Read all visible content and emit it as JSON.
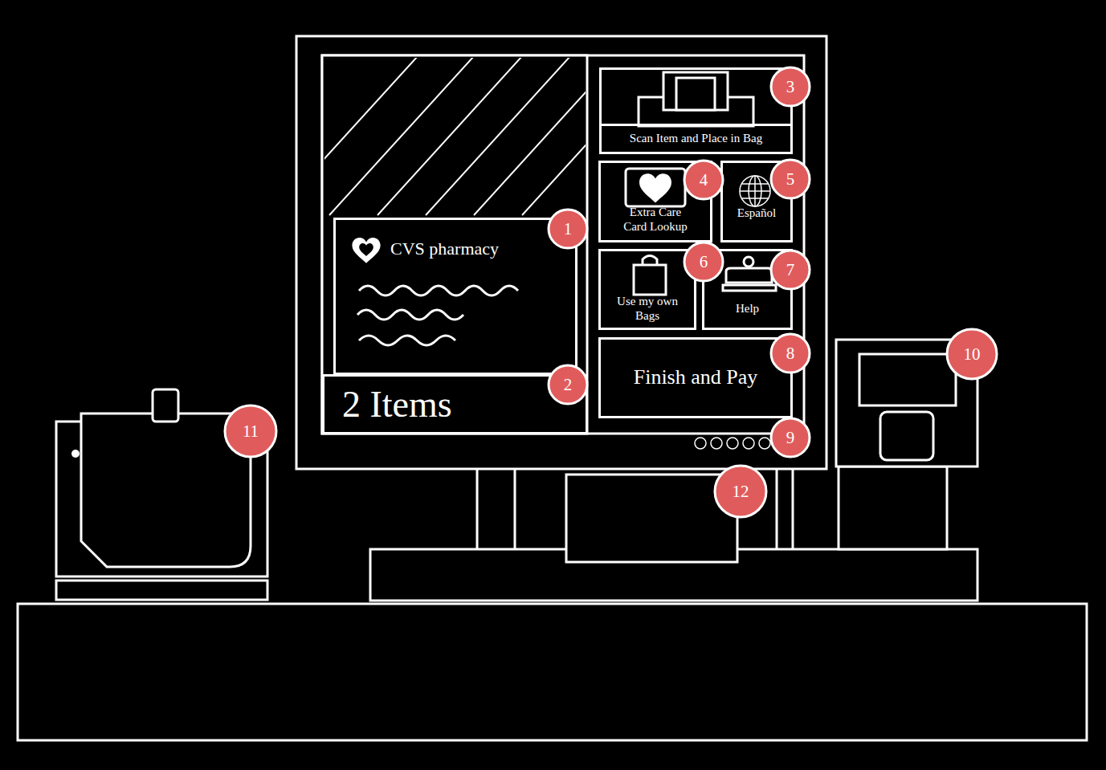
{
  "diagram": {
    "nodes": [
      {
        "text": [
          "CVS pharmacy"
        ]
      },
      {
        "text": [
          "2 Items"
        ]
      },
      {
        "text": [
          "Scan Item and Place in Bag"
        ]
      },
      {
        "text": [
          "Extra Care Card Lookup"
        ]
      },
      {
        "text": [
          "Español"
        ]
      },
      {
        "text": [
          "Use my own Bags"
        ]
      },
      {
        "text": [
          "Help"
        ]
      },
      {
        "text": [
          "Finish and Pay"
        ]
      }
    ],
    "labels": [
      "1",
      "2",
      "3",
      "4",
      "5",
      "6",
      "7",
      "8",
      "9",
      "10",
      "11",
      "12"
    ]
  }
}
